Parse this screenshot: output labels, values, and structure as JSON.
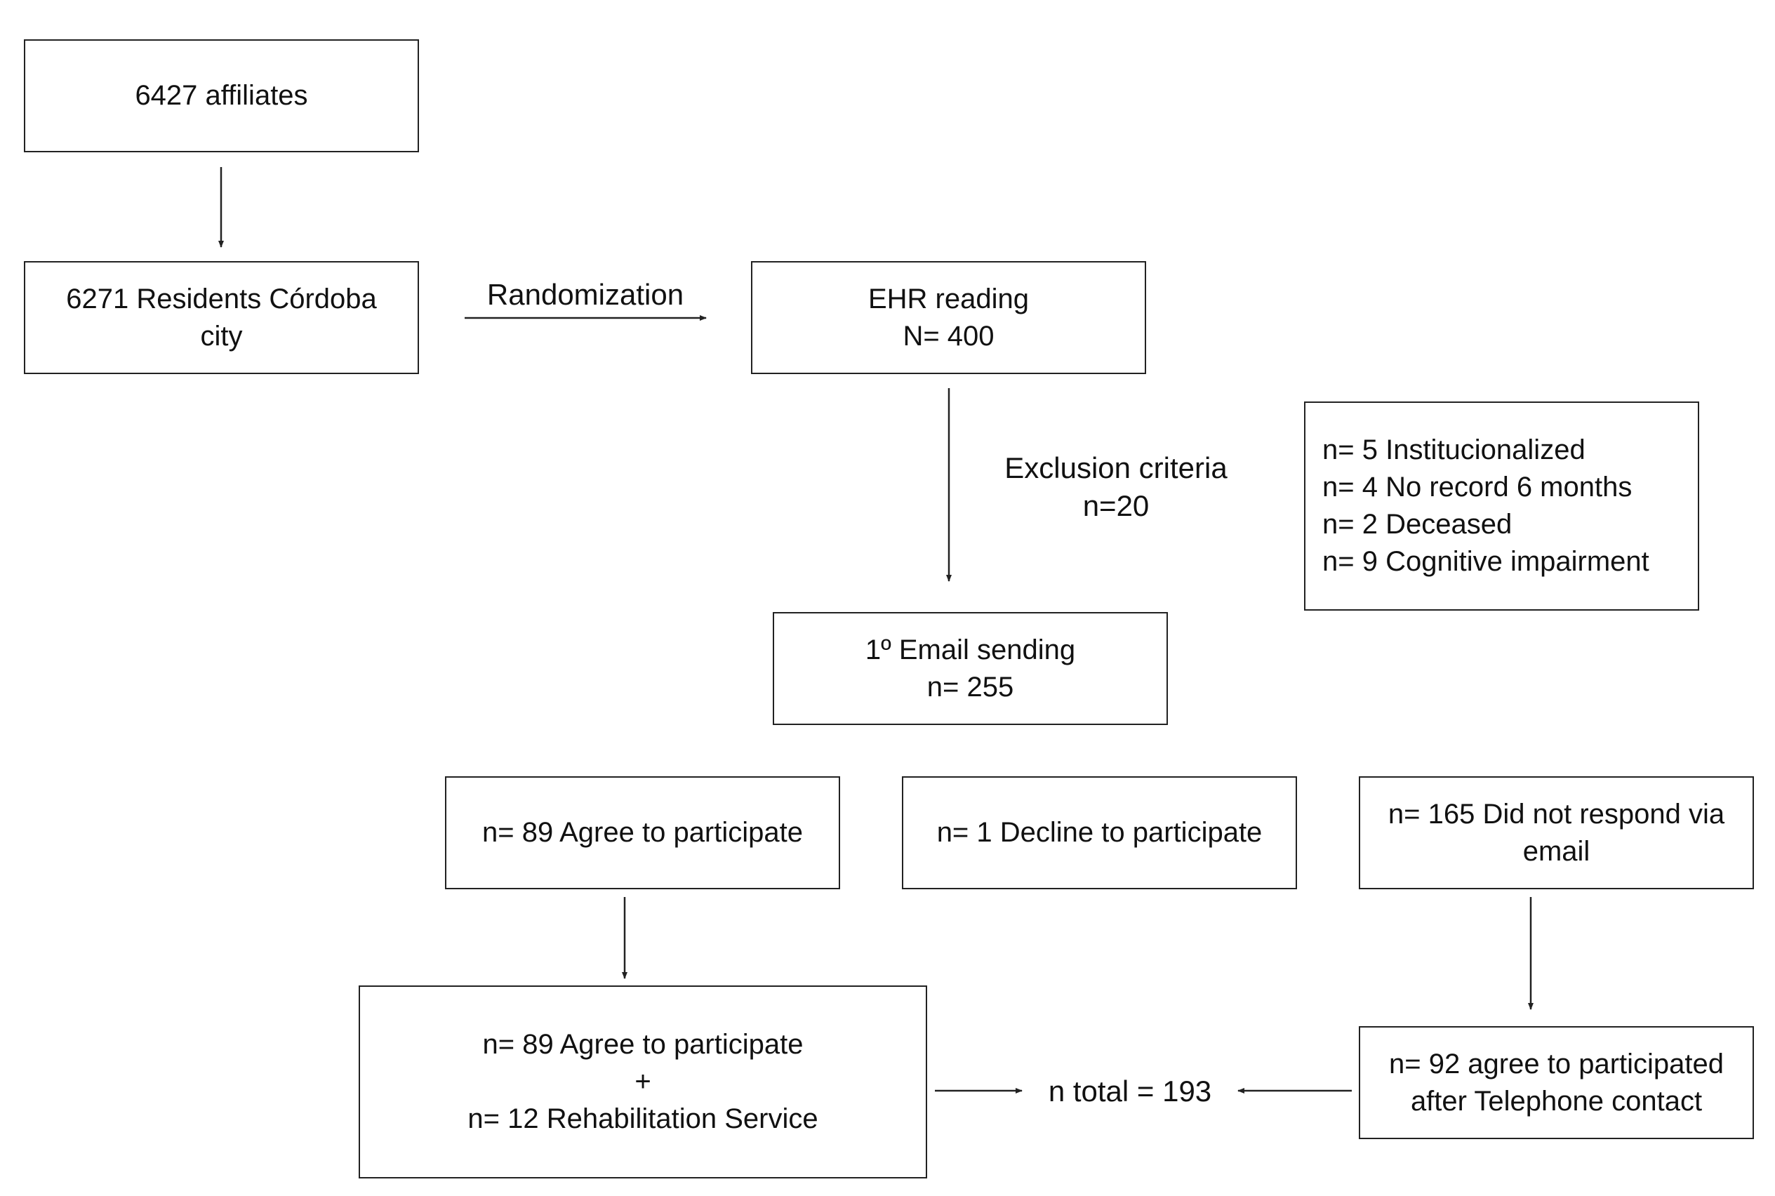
{
  "nodes": {
    "affiliates": {
      "lines": [
        "6427 affiliates"
      ]
    },
    "residents": {
      "lines": [
        "6271 Residents Córdoba",
        "city"
      ]
    },
    "ehr": {
      "lines": [
        "EHR reading",
        "N= 400"
      ]
    },
    "exclusion_details": {
      "lines": [
        "n= 5 Institucionalized",
        "n= 4 No record  6 months",
        "n= 2 Deceased",
        "n= 9 Cognitive impairment"
      ]
    },
    "email": {
      "lines": [
        "1º Email sending",
        "n= 255"
      ]
    },
    "agree": {
      "lines": [
        "n= 89 Agree to participate"
      ]
    },
    "decline": {
      "lines": [
        "n= 1 Decline to participate"
      ]
    },
    "no_response": {
      "lines": [
        "n= 165 Did not respond via",
        "email"
      ]
    },
    "agree_plus": {
      "lines": [
        "n= 89 Agree to participate",
        "+",
        "n= 12  Rehabilitation Service"
      ]
    },
    "telephone": {
      "lines": [
        "n= 92 agree to participated",
        "after Telephone contact"
      ]
    }
  },
  "labels": {
    "randomization": "Randomization",
    "exclusion_title": "Exclusion criteria",
    "exclusion_count": "n=20",
    "total": "n total = 193"
  }
}
